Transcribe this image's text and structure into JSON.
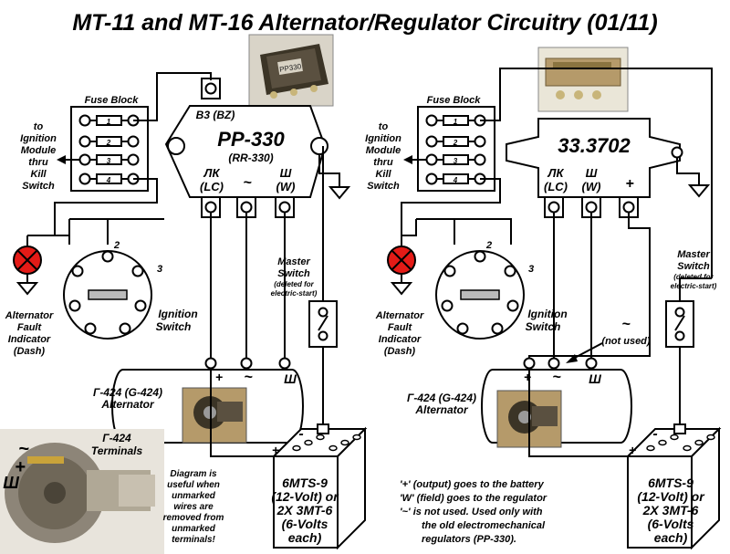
{
  "title": "MT-11 and MT-16 Alternator/Regulator Circuitry (01/11)",
  "left": {
    "fuse_block": "Fuse Block",
    "fuse_numbers": [
      "1",
      "2",
      "3",
      "4"
    ],
    "to_ignition": [
      "to",
      "Ignition",
      "Module",
      "thru",
      "Kill",
      "Switch"
    ],
    "terminal_b3": "B3 (BZ)",
    "regulator_name": "PP-330",
    "regulator_sub": "(RR-330)",
    "lk": "ЛК",
    "lc": "(LC)",
    "tilde": "~",
    "sh": "Ш",
    "w": "(W)",
    "ign_terminal_2": "2",
    "ign_terminal_3": "3",
    "ignition_switch": [
      "Ignition",
      "Switch"
    ],
    "fault_indicator": [
      "Alternator",
      "Fault",
      "Indicator",
      "(Dash)"
    ],
    "master_switch": [
      "Master",
      "Switch"
    ],
    "master_note": [
      "(deleted for",
      "electric-start)"
    ],
    "alt_plus": "+",
    "alt_tilde": "~",
    "alt_sh": "Ш",
    "alternator": [
      "Г-424 (G-424)",
      "Alternator"
    ],
    "battery_minus": "-",
    "battery_plus": "+",
    "battery": [
      "6MTS-9",
      "(12-Volt) or",
      "2X 3MT-6",
      "(6-Volts",
      "each)"
    ],
    "terminals_title": [
      "Г-424",
      "Terminals"
    ],
    "terminals_note": [
      "Diagram is",
      "useful when",
      "unmarked",
      "wires are",
      "removed from",
      "unmarked",
      "terminals!"
    ],
    "photo_labels": {
      "tilde": "~",
      "plus": "+",
      "sh": "Ш"
    }
  },
  "right": {
    "fuse_block": "Fuse Block",
    "fuse_numbers": [
      "1",
      "2",
      "3",
      "4"
    ],
    "to_ignition": [
      "to",
      "Ignition",
      "Module",
      "thru",
      "Kill",
      "Switch"
    ],
    "regulator_name": "33.3702",
    "lk": "ЛК",
    "lc": "(LC)",
    "sh": "Ш",
    "w": "(W)",
    "plus": "+",
    "ign_terminal_2": "2",
    "ign_terminal_3": "3",
    "ignition_switch": [
      "Ignition",
      "Switch"
    ],
    "fault_indicator": [
      "Alternator",
      "Fault",
      "Indicator",
      "(Dash)"
    ],
    "master_switch": [
      "Master",
      "Switch"
    ],
    "master_note": [
      "(deleted for",
      "electric-start)"
    ],
    "not_used_tilde": "~",
    "not_used": "(not used)",
    "alt_plus": "+",
    "alt_tilde": "~",
    "alt_sh": "Ш",
    "alternator": [
      "Г-424 (G-424)",
      "Alternator"
    ],
    "battery_minus": "-",
    "battery_plus": "+",
    "battery": [
      "6MTS-9",
      "(12-Volt) or",
      "2X 3MT-6",
      "(6-Volts",
      "each)"
    ]
  },
  "notes": [
    "'+' (output) goes to the battery",
    "'W' (field) goes to the regulator",
    "'~' is not used. Used only with",
    "the old electromechanical",
    "regulators (PP-330)."
  ],
  "colors": {
    "indicator_red": "#e41b17",
    "photo_tan": "#b59a6a",
    "photo_dark": "#3b3426",
    "metal": "#9a9a9a"
  }
}
